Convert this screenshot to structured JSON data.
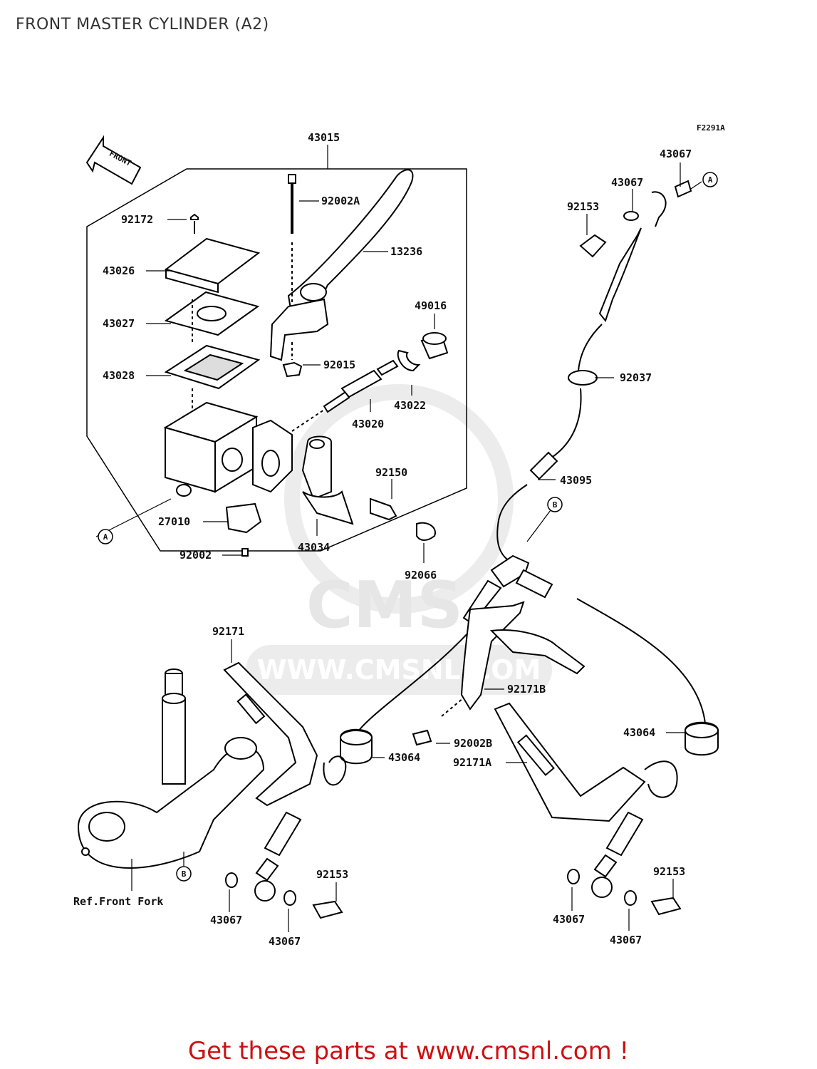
{
  "page_title": "FRONT MASTER CYLINDER (A2)",
  "figure_code": "F2291A",
  "direction_label": "FRONT",
  "watermark": {
    "logo_text": "CMS",
    "url_text": "WWW.CMSNL.COM"
  },
  "reference_label": "Ref.Front Fork",
  "callouts": {
    "a": "A",
    "b": "B"
  },
  "parts": {
    "p43015": "43015",
    "p92172": "92172",
    "p43026": "43026",
    "p43027": "43027",
    "p43028": "43028",
    "p92002A": "92002A",
    "p13236": "13236",
    "p49016": "49016",
    "p92015": "92015",
    "p43022": "43022",
    "p43020": "43020",
    "p92150": "92150",
    "p27010": "27010",
    "p92002": "92002",
    "p43034": "43034",
    "p92066": "92066",
    "p43067_tr": "43067",
    "p43067_tr2": "43067",
    "p92153_tr": "92153",
    "p92037": "92037",
    "p43095": "43095",
    "p92171": "92171",
    "p92171B": "92171B",
    "p92002B": "92002B",
    "p43064_l": "43064",
    "p43064_r": "43064",
    "p92171A": "92171A",
    "p92153_bl": "92153",
    "p43067_bl1": "43067",
    "p43067_bl2": "43067",
    "p92153_br": "92153",
    "p43067_br1": "43067",
    "p43067_br2": "43067"
  },
  "footer_cta": "Get these parts at www.cmsnl.com !"
}
